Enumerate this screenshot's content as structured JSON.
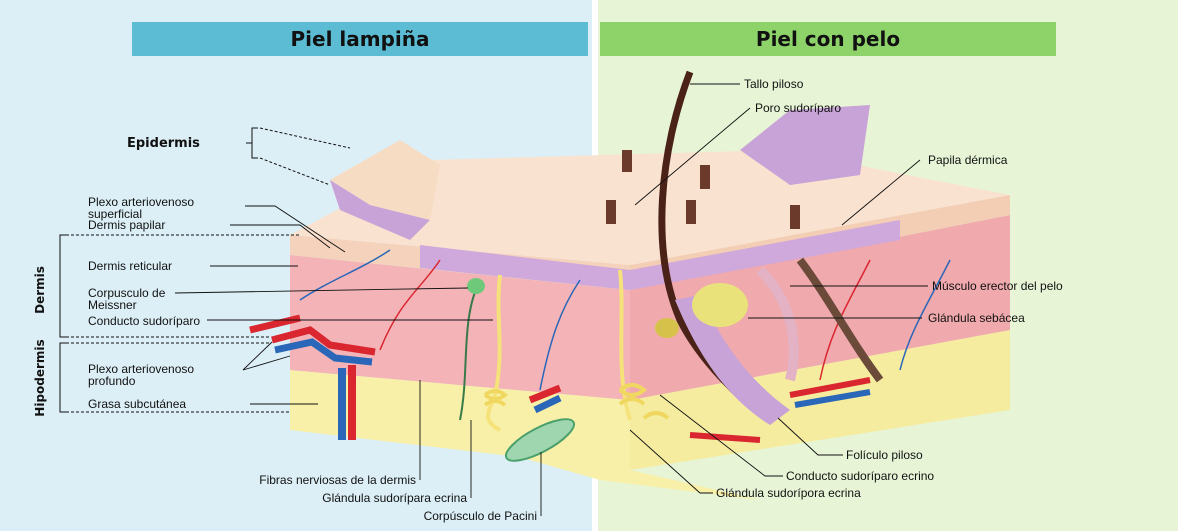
{
  "headers": {
    "left": "Piel lampiña",
    "right": "Piel con pelo"
  },
  "side_labels": {
    "dermis": "Dermis",
    "hipodermis": "Hipodermis"
  },
  "labels_left": {
    "epidermis": "Epidermis",
    "plexo_superficial_1": "Plexo arteriovenoso",
    "plexo_superficial_2": "superficial",
    "dermis_papilar": "Dermis papilar",
    "dermis_reticular": "Dermis reticular",
    "meissner_1": "Corpusculo de",
    "meissner_2": "Meissner",
    "conducto_sudoriparo": "Conducto sudoríparo",
    "plexo_profundo_1": "Plexo arteriovenoso",
    "plexo_profundo_2": "profundo",
    "grasa_subcutanea": "Grasa subcutánea"
  },
  "labels_bottom": {
    "fibras_nerviosas": "Fibras nerviosas de la dermis",
    "glandula_sudoripara_ecrina": "Glándula sudorípara ecrina",
    "corpusculo_pacini": "Corpúsculo de Pacini"
  },
  "labels_right": {
    "tallo_piloso": "Tallo piloso",
    "poro_sudoriparo": "Poro sudoríparo",
    "papila_dermica": "Papila dérmica",
    "musculo_erector": "Músculo erector del pelo",
    "glandula_sebacea": "Glándula sebácea",
    "foliculo_piloso": "Folículo piloso",
    "conducto_ecrino": "Conducto sudoríparo ecrino",
    "glandula_sudoripora_ecrina": "Glándula sudorípora ecrina"
  },
  "colors": {
    "left_panel_bg": "#dceff6",
    "right_panel_bg": "#e7f5d6",
    "left_header": "#5bbcd3",
    "right_header": "#8ed36a",
    "dermis": "#f3b3b7",
    "epidermis_top": "#f7dcc4",
    "papillae": "#c8a3d8",
    "fat": "#f8f0a8",
    "artery": "#d9262f",
    "vein": "#2a67b8"
  }
}
